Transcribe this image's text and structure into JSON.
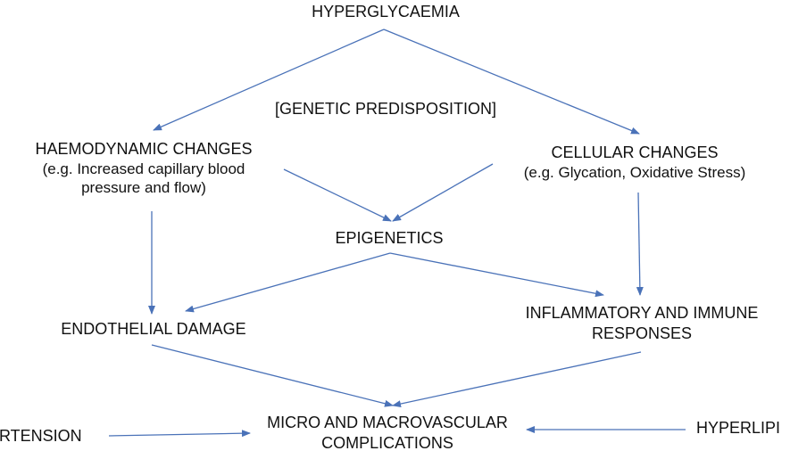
{
  "nodes": {
    "hyperglycaemia": {
      "text": "HYPERGLYCAEMIA"
    },
    "genetic": {
      "text": "[GENETIC PREDISPOSITION]"
    },
    "haemodynamic": {
      "title": "HAEMODYNAMIC CHANGES",
      "detail_line1": "(e.g. Increased capillary blood",
      "detail_line2": "pressure and flow)"
    },
    "cellular": {
      "title": "CELLULAR CHANGES",
      "detail": "(e.g. Glycation, Oxidative Stress)"
    },
    "epigenetics": {
      "text": "EPIGENETICS"
    },
    "endothelial": {
      "text": "ENDOTHELIAL DAMAGE"
    },
    "inflammatory": {
      "line1": "INFLAMMATORY AND IMMUNE",
      "line2": "RESPONSES"
    },
    "complications": {
      "line1": "MICRO AND MACROVASCULAR",
      "line2": "COMPLICATIONS"
    },
    "hypertension": {
      "text": "RTENSION"
    },
    "hyperlipidaemia": {
      "text": "HYPERLIPI"
    }
  },
  "colors": {
    "arrow": "#4a72b8",
    "text": "#111111",
    "background": "#ffffff"
  }
}
